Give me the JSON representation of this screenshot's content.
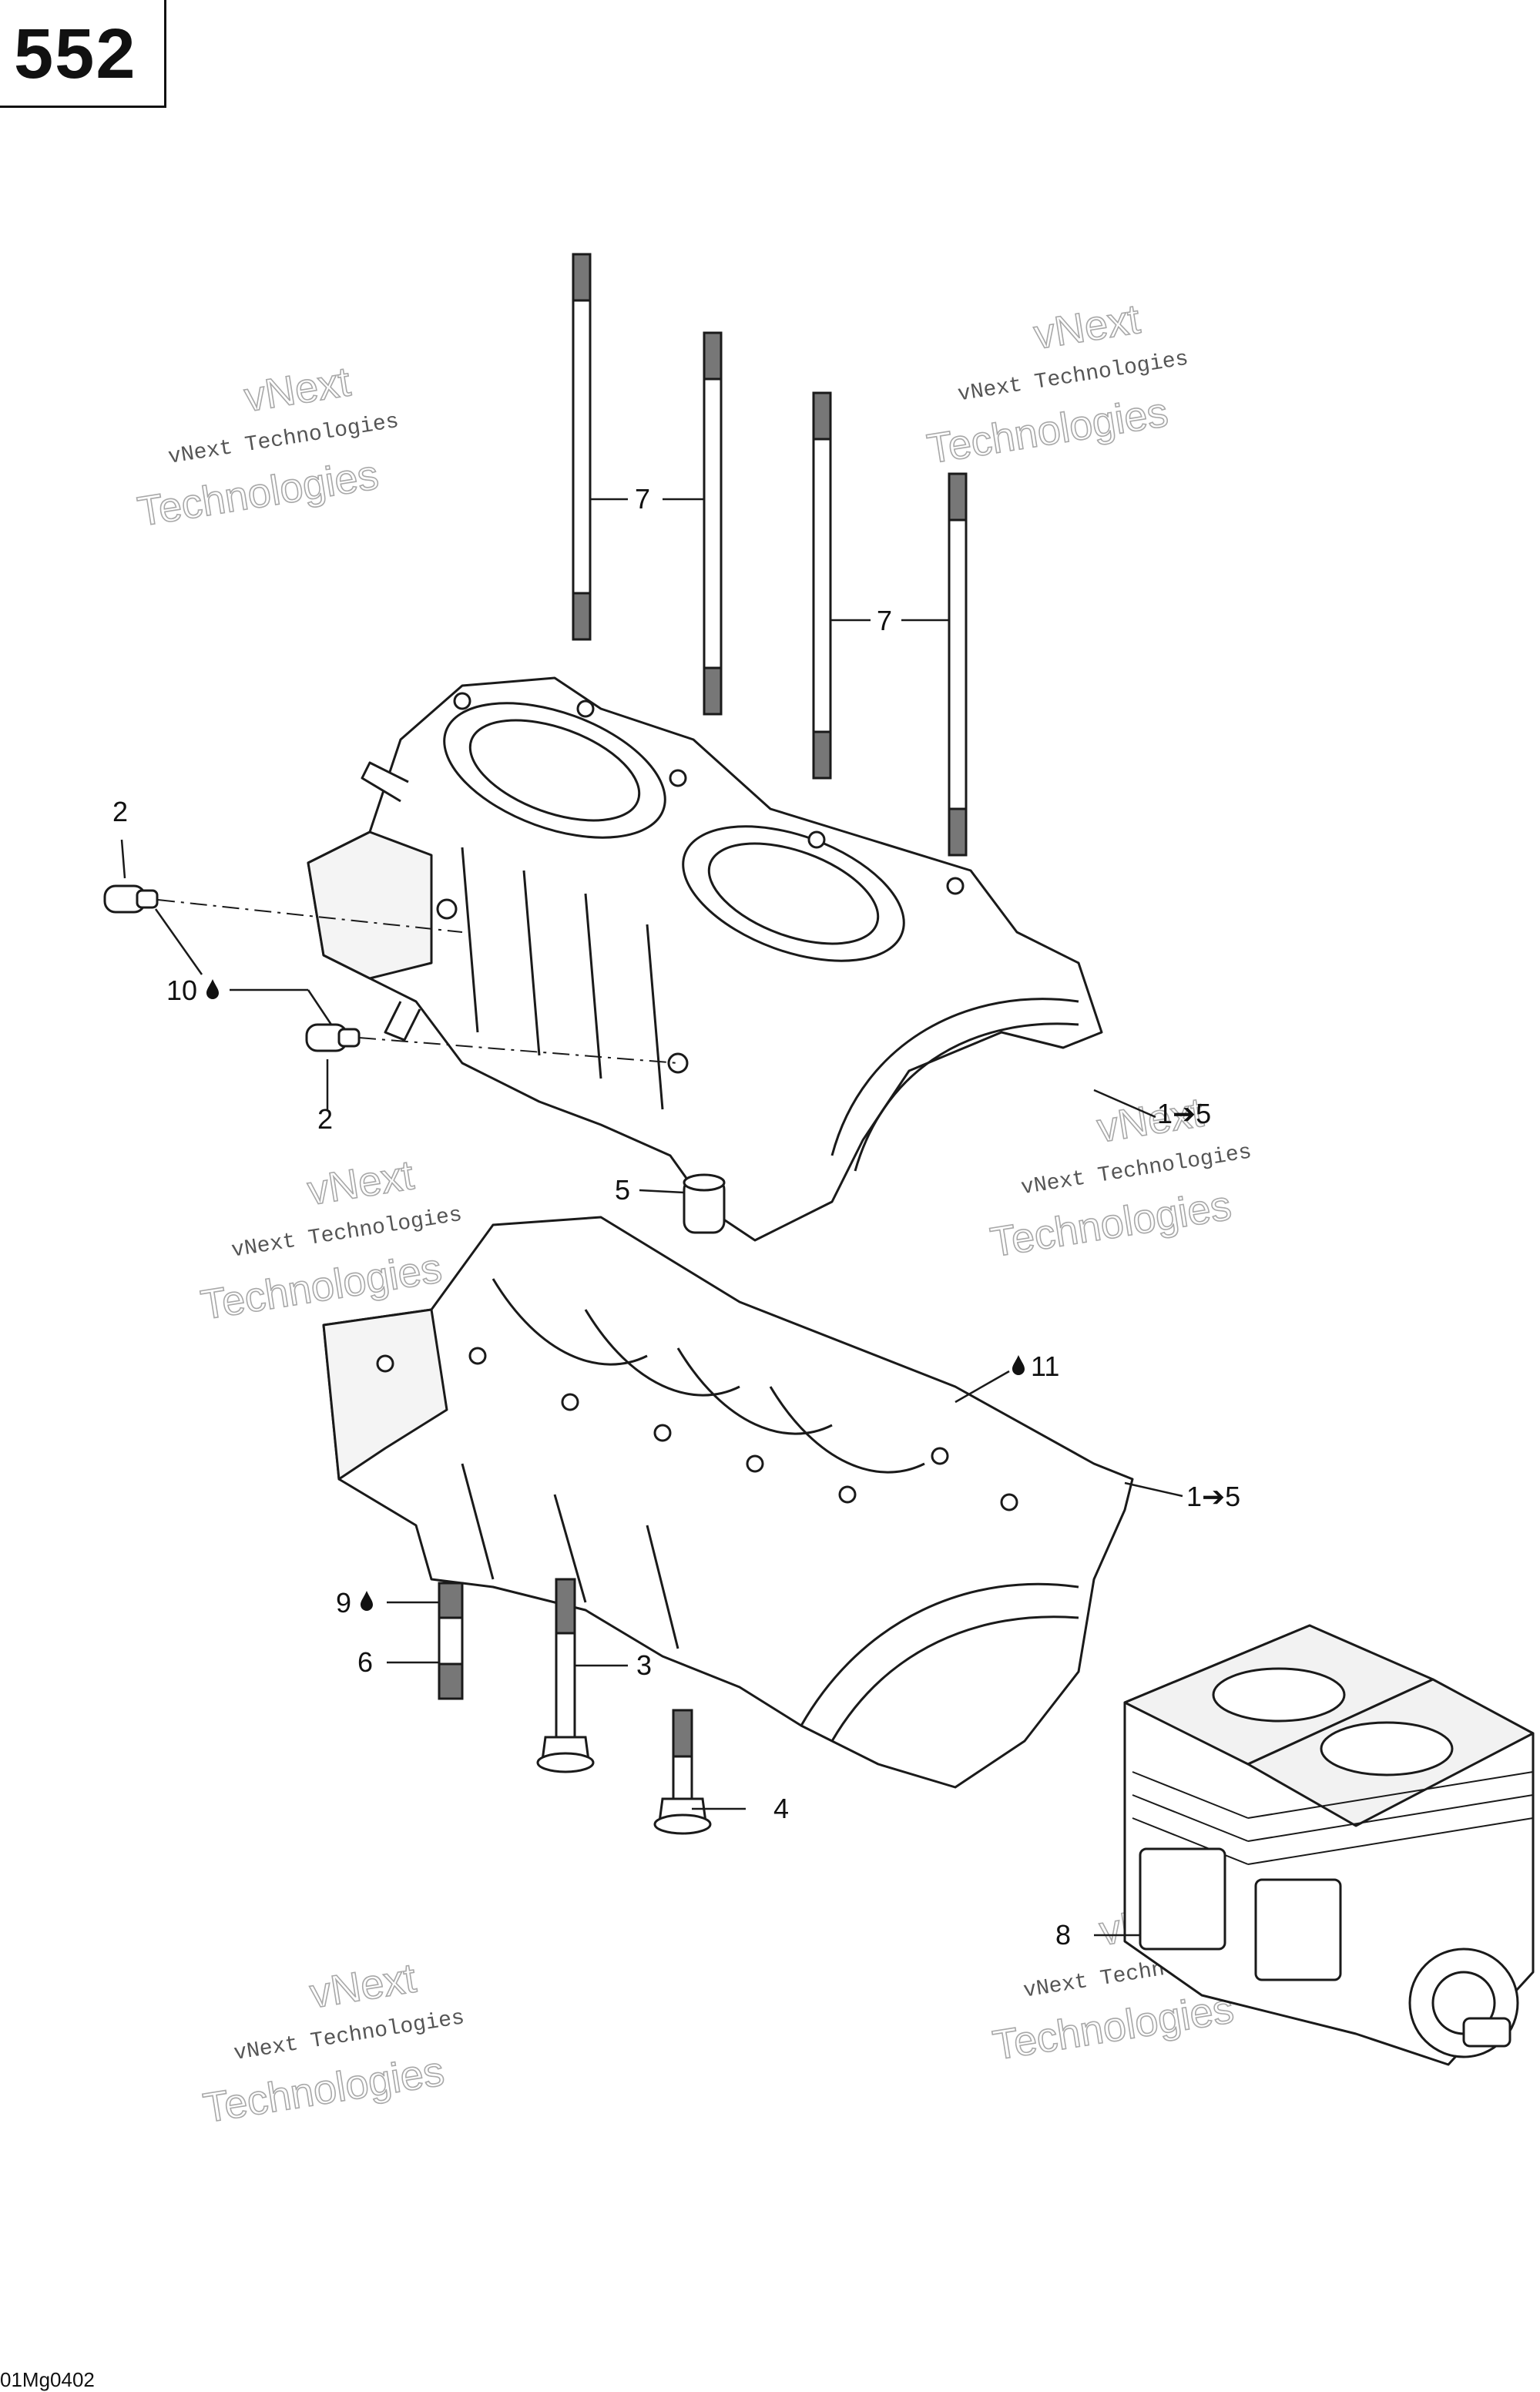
{
  "page_number": "552",
  "drawing_code": "01Mg0402",
  "watermark": {
    "line_small": "vNext Technologies",
    "line_big_1": "vNext",
    "line_big_2": "Technologies"
  },
  "callouts": {
    "c7a": "7",
    "c7b": "7",
    "c2a": "2",
    "c2b": "2",
    "c10": "10",
    "c15a": "1➔5",
    "c5": "5",
    "c11": "11",
    "c15b": "1➔5",
    "c9": "9",
    "c6": "6",
    "c3": "3",
    "c4": "4",
    "c8": "8"
  },
  "colors": {
    "line": "#1a1a1a",
    "watermark": "#a8a8a8"
  },
  "icons": {
    "sealant": "drop-icon"
  }
}
